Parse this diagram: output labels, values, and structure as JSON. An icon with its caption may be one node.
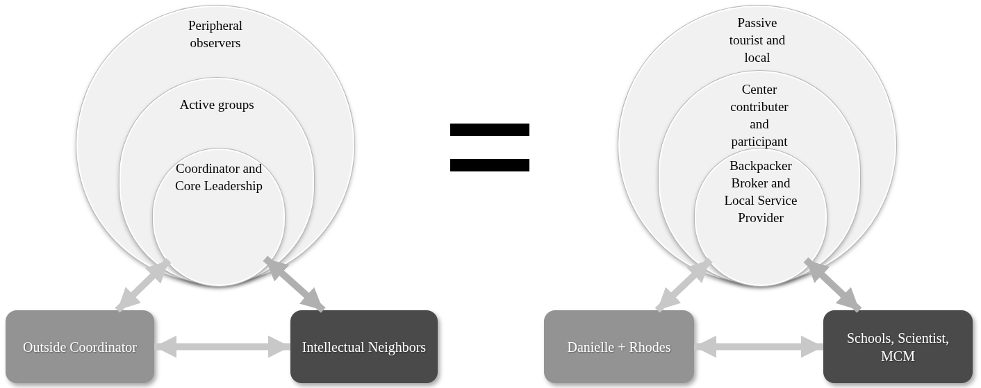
{
  "diagram": {
    "nodes": [
      {
        "text": [
          "Peripheral observers"
        ]
      },
      {
        "text": [
          "Active groups"
        ],
        "in": 0
      },
      {
        "text": [
          "Coordinator and Core Leadership"
        ],
        "in": 1
      },
      {
        "text": [
          "Outside Coordinator"
        ]
      },
      {
        "text": [
          "Intellectual Neighbors"
        ]
      },
      {
        "text": [
          "Passive tourist and local"
        ]
      },
      {
        "text": [
          "Center contributer and participant"
        ],
        "in": 5
      },
      {
        "text": [
          "Backpacker Broker and Local Service Provider"
        ],
        "in": 6
      },
      {
        "text": [
          "Danielle + Rhodes"
        ]
      },
      {
        "text": [
          "Schools, Scientist, MCM"
        ]
      }
    ],
    "edges": [
      {
        "from": 2,
        "to": 3,
        "arrow": "both"
      },
      {
        "from": 2,
        "to": 4,
        "arrow": "both",
        "color": "#b0b0b0"
      },
      {
        "from": 3,
        "to": 4,
        "arrow": "both"
      },
      {
        "from": 7,
        "to": 8,
        "arrow": "both"
      },
      {
        "from": 7,
        "to": 9,
        "arrow": "both",
        "color": "#b0b0b0"
      },
      {
        "from": 8,
        "to": 9,
        "arrow": "both"
      }
    ]
  }
}
